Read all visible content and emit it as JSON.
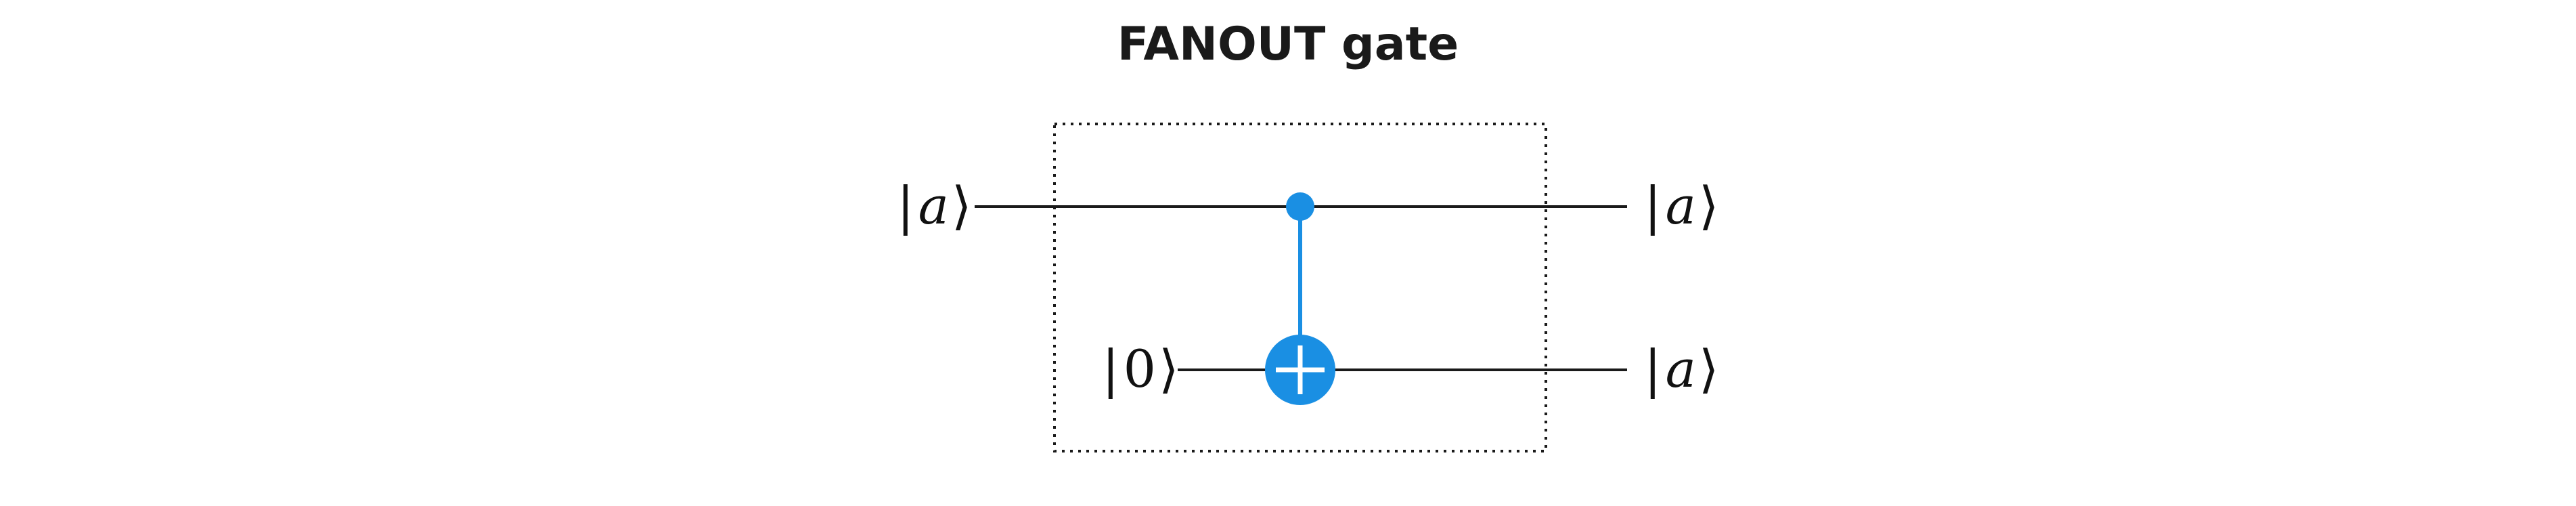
{
  "title": "FANOUT gate",
  "colors": {
    "wire": "#1a1a1a",
    "gate": "#1a8fe3",
    "box_border": "#1a1a1a",
    "gate_symbol": "#ffffff"
  },
  "icons": {
    "control": "filled-circle-control-dot",
    "target": "circled-plus-target"
  },
  "inputs": {
    "top": {
      "open": "|",
      "symbol": "a",
      "close": "⟩"
    },
    "bottom": {
      "open": "|",
      "symbol": "0",
      "close": "⟩"
    }
  },
  "outputs": {
    "top": {
      "open": "|",
      "symbol": "a",
      "close": "⟩"
    },
    "bottom": {
      "open": "|",
      "symbol": "a",
      "close": "⟩"
    }
  }
}
